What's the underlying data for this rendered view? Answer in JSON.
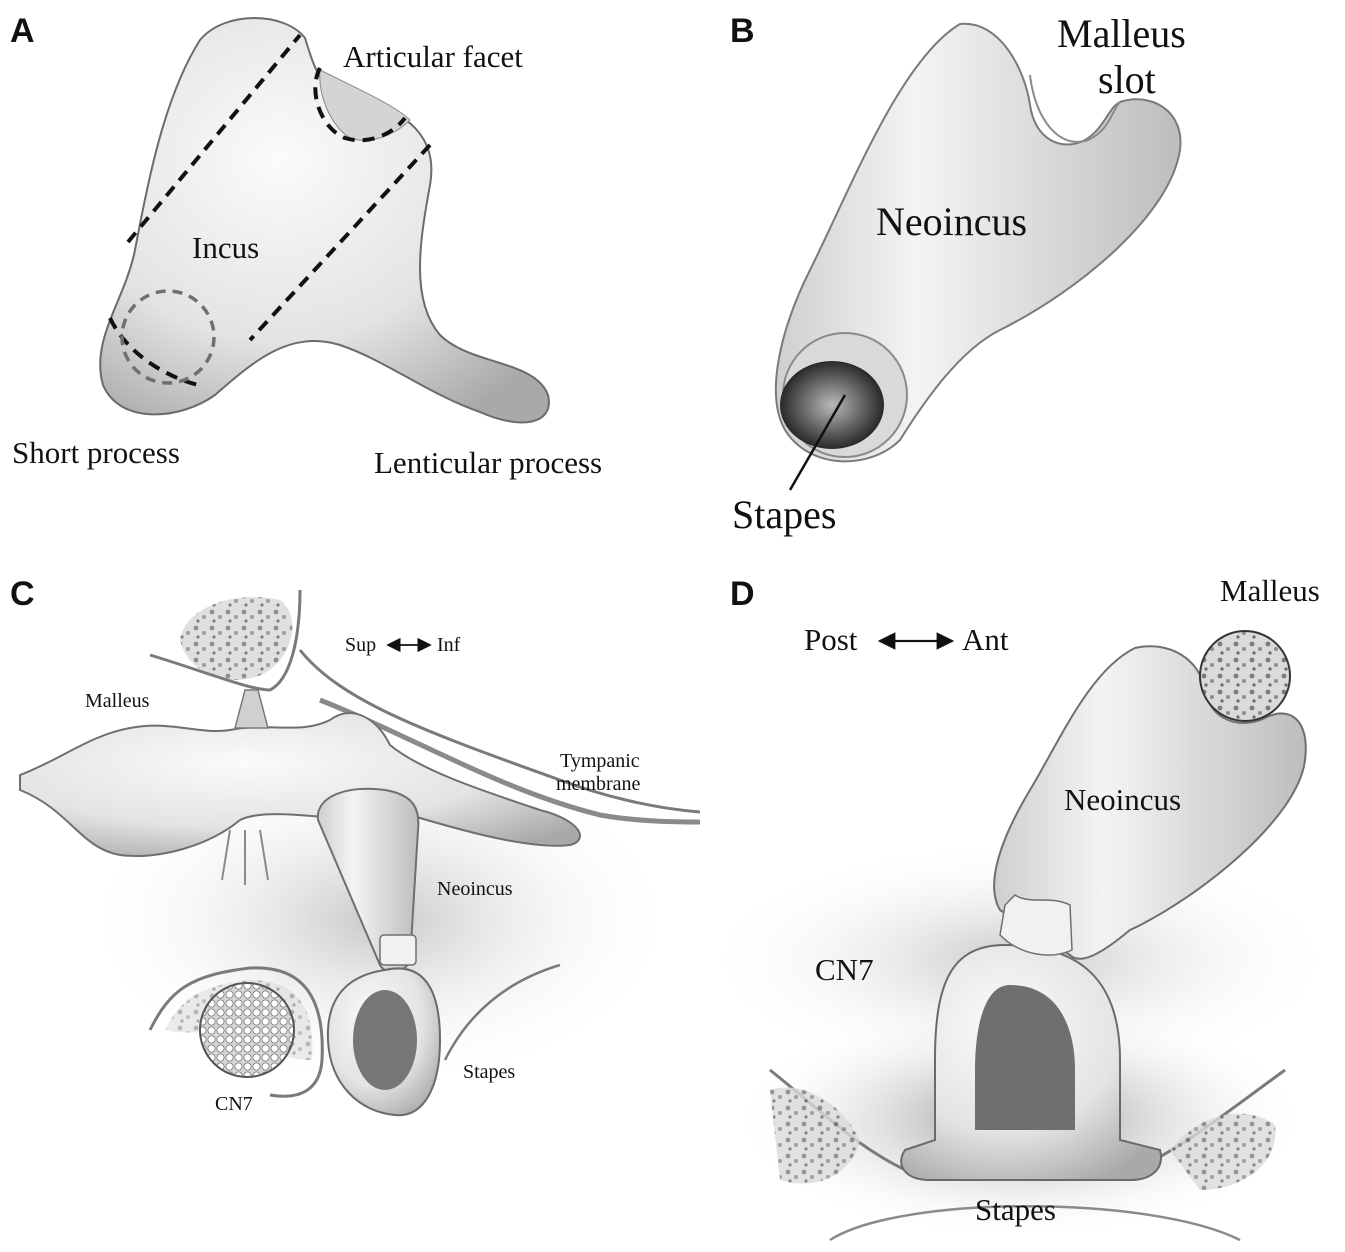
{
  "panels": {
    "a": {
      "letter": "A",
      "labels": {
        "articular_facet": "Articular facet",
        "incus": "Incus",
        "short_process": "Short process",
        "lenticular_process": "Lenticular process"
      }
    },
    "b": {
      "letter": "B",
      "labels": {
        "malleus_slot_line1": "Malleus",
        "malleus_slot_line2": "slot",
        "neoincus": "Neoincus",
        "stapes": "Stapes"
      }
    },
    "c": {
      "letter": "C",
      "labels": {
        "orientation_sup": "Sup",
        "orientation_inf": "Inf",
        "malleus": "Malleus",
        "tympanic_line1": "Tympanic",
        "tympanic_line2": "membrane",
        "neoincus": "Neoincus",
        "stapes": "Stapes",
        "cn7": "CN7"
      }
    },
    "d": {
      "letter": "D",
      "labels": {
        "malleus": "Malleus",
        "orientation_post": "Post",
        "orientation_ant": "Ant",
        "neoincus": "Neoincus",
        "cn7": "CN7",
        "stapes": "Stapes"
      }
    }
  },
  "colors": {
    "ink": "#111111",
    "bone_light": "#ececec",
    "bone_mid": "#c8c8c8",
    "bone_dark": "#8a8a8a"
  }
}
